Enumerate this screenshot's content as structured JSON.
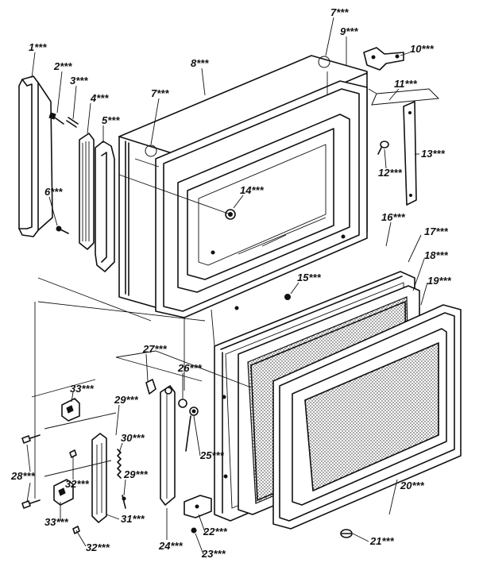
{
  "callouts": [
    {
      "id": "1",
      "text": "1***"
    },
    {
      "id": "2",
      "text": "2***"
    },
    {
      "id": "3",
      "text": "3***"
    },
    {
      "id": "4",
      "text": "4***"
    },
    {
      "id": "5",
      "text": "5***"
    },
    {
      "id": "6",
      "text": "6***"
    },
    {
      "id": "7a",
      "text": "7***"
    },
    {
      "id": "7b",
      "text": "7***"
    },
    {
      "id": "8",
      "text": "8***"
    },
    {
      "id": "9",
      "text": "9***"
    },
    {
      "id": "10",
      "text": "10***"
    },
    {
      "id": "11",
      "text": "11***"
    },
    {
      "id": "12",
      "text": "12***"
    },
    {
      "id": "13",
      "text": "13***"
    },
    {
      "id": "14",
      "text": "14***"
    },
    {
      "id": "15",
      "text": "15***"
    },
    {
      "id": "16",
      "text": "16***"
    },
    {
      "id": "17",
      "text": "17***"
    },
    {
      "id": "18",
      "text": "18***"
    },
    {
      "id": "19",
      "text": "19***"
    },
    {
      "id": "20",
      "text": "20***"
    },
    {
      "id": "21",
      "text": "21***"
    },
    {
      "id": "22",
      "text": "22***"
    },
    {
      "id": "23",
      "text": "23***"
    },
    {
      "id": "24",
      "text": "24***"
    },
    {
      "id": "25",
      "text": "25***"
    },
    {
      "id": "26",
      "text": "26***"
    },
    {
      "id": "27",
      "text": "27***"
    },
    {
      "id": "28",
      "text": "28***"
    },
    {
      "id": "29a",
      "text": "29***"
    },
    {
      "id": "29b",
      "text": "29***"
    },
    {
      "id": "30",
      "text": "30***"
    },
    {
      "id": "31",
      "text": "31***"
    },
    {
      "id": "32a",
      "text": "32***"
    },
    {
      "id": "32b",
      "text": "32***"
    },
    {
      "id": "33a",
      "text": "33***"
    },
    {
      "id": "33b",
      "text": "33***"
    }
  ]
}
